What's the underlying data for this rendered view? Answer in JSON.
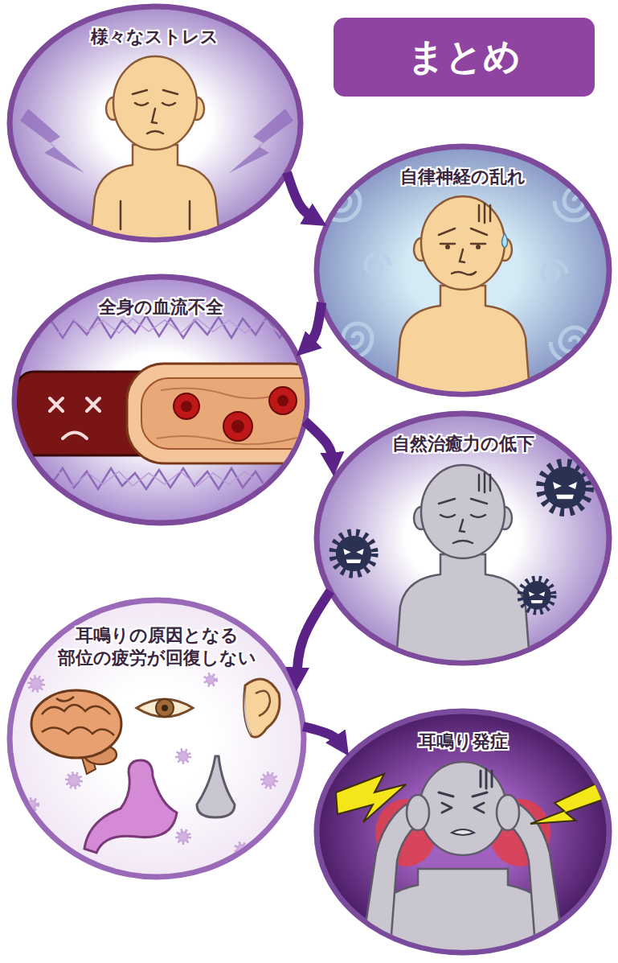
{
  "diagram": {
    "title": "まとめ",
    "nodes": [
      {
        "text": [
          "様々なストレス"
        ]
      },
      {
        "text": [
          "自律神経の乱れ"
        ]
      },
      {
        "text": [
          "全身の血流不全"
        ]
      },
      {
        "text": [
          "自然治癒力の低下"
        ]
      },
      {
        "text": [
          "耳鳴りの原因となる 部位の疲労が回復しない"
        ]
      },
      {
        "text": [
          "耳鳴り発症"
        ]
      }
    ],
    "edges": [
      {
        "from": 0,
        "to": 1,
        "arrow": "to"
      },
      {
        "from": 1,
        "to": 2,
        "arrow": "to"
      },
      {
        "from": 2,
        "to": 3,
        "arrow": "to"
      },
      {
        "from": 3,
        "to": 4,
        "arrow": "to"
      },
      {
        "from": 4,
        "to": 5,
        "arrow": "to"
      }
    ]
  }
}
